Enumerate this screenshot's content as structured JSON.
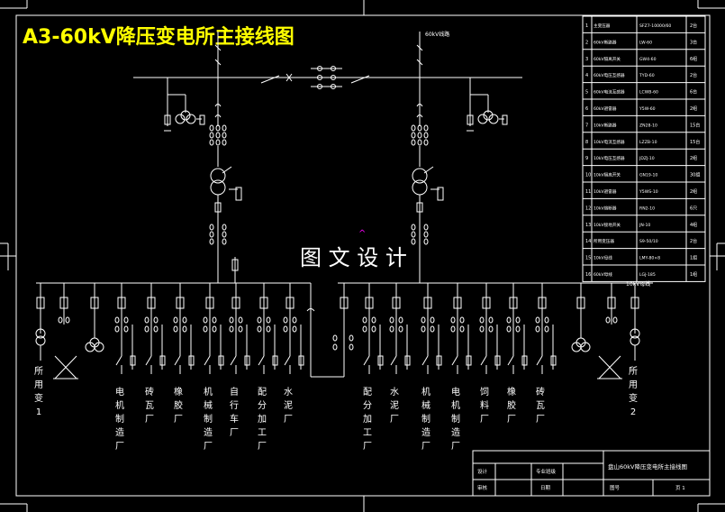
{
  "title": "A3-60kV降压变电所主接线图",
  "watermark": "图 文 设 计",
  "incoming_line_left": "",
  "incoming_line_right": "60kV线路",
  "busbar_right_label": "10kV母线",
  "colors": {
    "background": "#000000",
    "line": "#ffffff",
    "title": "#ffff00",
    "marker": "#ff00ff"
  },
  "equipment_table": [
    {
      "no": "1",
      "name": "主变压器",
      "model": "SFZ7-10000/60",
      "qty": "2台"
    },
    {
      "no": "2",
      "name": "60kV断路器",
      "model": "LW-60",
      "qty": "3台"
    },
    {
      "no": "3",
      "name": "60kV隔离开关",
      "model": "GW4-60",
      "qty": "6组"
    },
    {
      "no": "4",
      "name": "60kV电压互感器",
      "model": "TYD-60",
      "qty": "2台"
    },
    {
      "no": "5",
      "name": "60kV电流互感器",
      "model": "LCWB-60",
      "qty": "6台"
    },
    {
      "no": "6",
      "name": "60kV避雷器",
      "model": "Y5W-60",
      "qty": "2组"
    },
    {
      "no": "7",
      "name": "10kV断路器",
      "model": "ZN28-10",
      "qty": "15台"
    },
    {
      "no": "8",
      "name": "10kV电流互感器",
      "model": "LZZB-10",
      "qty": "15台"
    },
    {
      "no": "9",
      "name": "10kV电压互感器",
      "model": "JDZJ-10",
      "qty": "2组"
    },
    {
      "no": "10",
      "name": "10kV隔离开关",
      "model": "GN19-10",
      "qty": "30组"
    },
    {
      "no": "11",
      "name": "10kV避雷器",
      "model": "Y5WS-10",
      "qty": "2组"
    },
    {
      "no": "12",
      "name": "10kV熔断器",
      "model": "RN2-10",
      "qty": "6只"
    },
    {
      "no": "13",
      "name": "10kV接地开关",
      "model": "JN-10",
      "qty": "4组"
    },
    {
      "no": "14",
      "name": "所用变压器",
      "model": "S9-50/10",
      "qty": "2台"
    },
    {
      "no": "15",
      "name": "10kV母线",
      "model": "LMY-80×8",
      "qty": "1组"
    },
    {
      "no": "16",
      "name": "60kV母线",
      "model": "LGJ-185",
      "qty": "1组"
    }
  ],
  "feeders_left": [
    {
      "label": "所用变1"
    },
    {
      "label": "电机制造厂"
    },
    {
      "label": "砖瓦厂"
    },
    {
      "label": "橡胶厂"
    },
    {
      "label": "机械制造厂"
    },
    {
      "label": "自行车厂"
    },
    {
      "label": "配分加工厂"
    },
    {
      "label": "水泥厂"
    }
  ],
  "feeders_right": [
    {
      "label": "配分加工厂"
    },
    {
      "label": "水泥厂"
    },
    {
      "label": "机械制造厂"
    },
    {
      "label": "电机制造厂"
    },
    {
      "label": "饲料厂"
    },
    {
      "label": "橡胶厂"
    },
    {
      "label": "砖瓦厂"
    },
    {
      "label": "所用变2"
    }
  ],
  "title_block": {
    "drawing_title": "盘山60kV降压变电所主接线图",
    "designer_label": "设计",
    "checker_label": "审核",
    "school_label": "专业班级",
    "date_label": "日期",
    "drawing_no_label": "图号",
    "page_label": "页 1"
  }
}
